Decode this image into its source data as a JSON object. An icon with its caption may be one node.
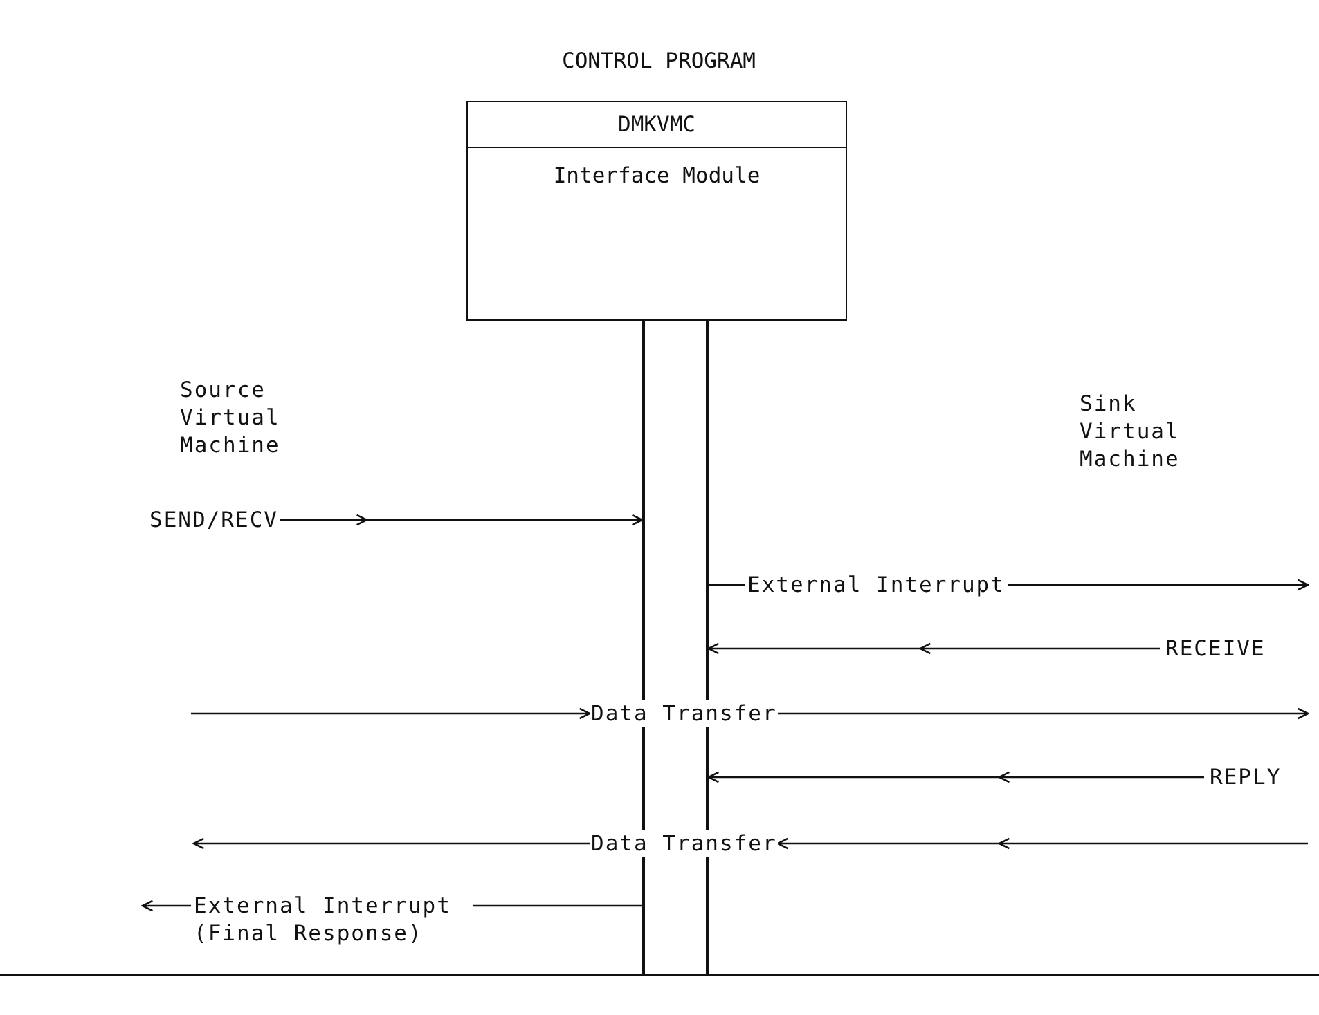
{
  "diagram": {
    "title": "CONTROL PROGRAM",
    "nodes": [
      {
        "text": [
          "DMKVMC",
          "Interface Module"
        ]
      },
      {
        "text": [],
        "shape": "bar"
      },
      {
        "text": [],
        "shape": "bar"
      },
      {
        "text": [
          "Data Transfer"
        ]
      },
      {
        "text": [
          "Data Transfer"
        ]
      }
    ],
    "edges": [
      {
        "from": null,
        "to": 1,
        "arrow": "to",
        "label": "SEND/RECV"
      },
      {
        "from": 2,
        "to": null,
        "arrow": "to",
        "label": "External Interrupt"
      },
      {
        "from": null,
        "to": 2,
        "arrow": "to",
        "label": "RECEIVE"
      },
      {
        "from": null,
        "to": 3,
        "arrow": "to"
      },
      {
        "from": 3,
        "to": null,
        "arrow": "to"
      },
      {
        "from": null,
        "to": 2,
        "arrow": "to",
        "label": "REPLY"
      },
      {
        "from": null,
        "to": 4,
        "arrow": "to"
      },
      {
        "from": 4,
        "to": null,
        "arrow": "to"
      },
      {
        "from": 1,
        "to": null,
        "arrow": "to",
        "label": "External Interrupt (Final Response)"
      }
    ],
    "labels": [
      "Source Virtual Machine",
      "Sink Virtual Machine"
    ]
  }
}
